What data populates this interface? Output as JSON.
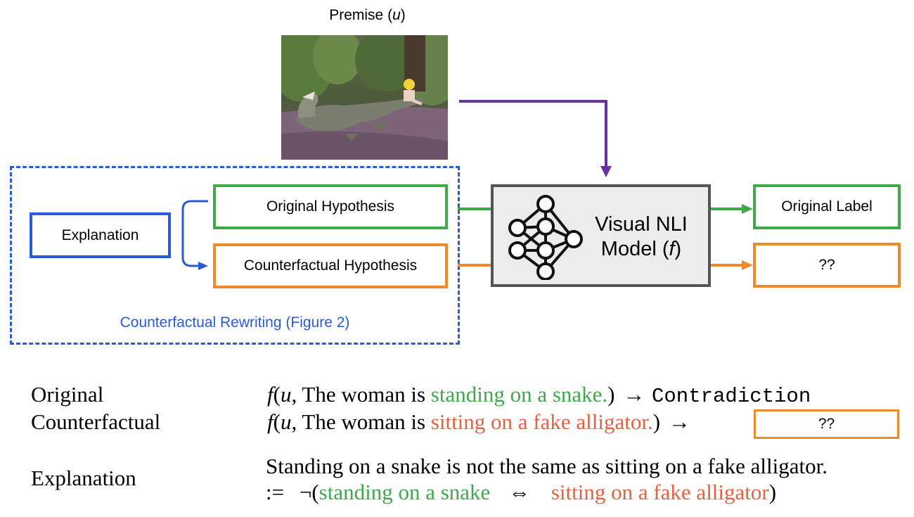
{
  "diagram": {
    "premise_title": "Premise (",
    "premise_var": "u",
    "premise_close": ")",
    "explanation_box": "Explanation",
    "original_hypothesis": "Original Hypothesis",
    "counterfactual_hypothesis": "Counterfactual Hypothesis",
    "rewriting_caption": "Counterfactual Rewriting (Figure 2)",
    "model_line1": "Visual NLI",
    "model_line2_prefix": "Model (",
    "model_var": "f",
    "model_line2_suffix": ")",
    "original_label": "Original Label",
    "unknown_label": "??",
    "colors": {
      "green": "#3fa84a",
      "orange": "#ef8a2a",
      "blue": "#2a5bd7",
      "purple": "#6a2fa0",
      "model_fill": "#ececec"
    },
    "icons": [
      "neural-network-icon",
      "photo-premise"
    ]
  },
  "equations": {
    "original_label": "Original",
    "counterfactual_label": "Counterfactual",
    "explanation_label": "Explanation",
    "f": "f",
    "open": "(",
    "u": "u",
    "comma_text": ", The woman is ",
    "orig_phrase": "standing on a snake.",
    "cf_phrase": "sitting on a fake alligator.",
    "close": ")",
    "arrow": "→",
    "contradiction": "Contradiction",
    "unknown": "??",
    "expl_sentence": "Standing on a snake is not the same as sitting on a fake alligator.",
    "def": ":=",
    "neg": "¬(",
    "expl_phrase1": "standing on a snake",
    "iff": "⇔",
    "expl_phrase2": "sitting on a fake alligator",
    "expl_close": ")"
  }
}
